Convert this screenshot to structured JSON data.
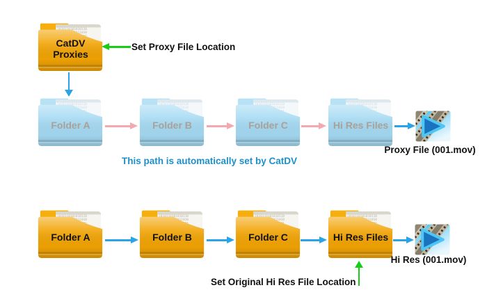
{
  "diagram": {
    "top": {
      "folder_label_line1": "CatDV",
      "folder_label_line2": "Proxies",
      "annotation": "Set Proxy File Location"
    },
    "proxy_row": {
      "folders": [
        "Folder A",
        "Folder B",
        "Folder C",
        "Hi Res Files"
      ],
      "file_caption": "Proxy File (001.mov)",
      "note": "This path is automatically set by CatDV"
    },
    "hires_row": {
      "folders": [
        "Folder A",
        "Folder B",
        "Folder C",
        "Hi Res Files"
      ],
      "file_caption": "Hi Res (001.mov)",
      "annotation": "Set Original Hi Res File Location"
    },
    "colors": {
      "arrow_blue": "#29A4E6",
      "arrow_pink": "#F5A8AE",
      "arrow_green": "#17CE17",
      "note_blue": "#1E8FC9",
      "folder_orange": "#F2A404",
      "folder_ghost_blue": "#A5DAF3"
    }
  }
}
